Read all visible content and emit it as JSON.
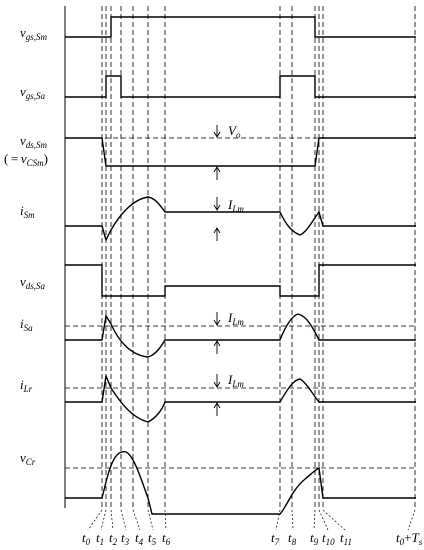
{
  "signals": [
    {
      "key": "vgs_sm",
      "sym": "v",
      "sub": "gs,Sm"
    },
    {
      "key": "vgs_sa",
      "sym": "v",
      "sub": "gs,Sa"
    },
    {
      "key": "vds_sm",
      "sym": "v",
      "sub": "ds,Sm",
      "note_open": "( = ",
      "note_sym": "v",
      "note_sub": "CSm",
      "note_close": ")"
    },
    {
      "key": "ism",
      "sym": "i",
      "sub": "Sm"
    },
    {
      "key": "vds_sa",
      "sym": "v",
      "sub": "ds,Sa"
    },
    {
      "key": "isa",
      "sym": "i",
      "sub": "Sa"
    },
    {
      "key": "ilr",
      "sym": "i",
      "sub": "Lr"
    },
    {
      "key": "vcr",
      "sym": "v",
      "sub": "Cr"
    }
  ],
  "annotations": {
    "vo": {
      "sym": "V",
      "sub": "o"
    },
    "ilm": {
      "sym": "I",
      "sub": "Lm"
    }
  },
  "time_labels": [
    {
      "sym": "t",
      "sub": "0"
    },
    {
      "sym": "t",
      "sub": "1"
    },
    {
      "sym": "t",
      "sub": "2"
    },
    {
      "sym": "t",
      "sub": "3"
    },
    {
      "sym": "t",
      "sub": "4"
    },
    {
      "sym": "t",
      "sub": "5"
    },
    {
      "sym": "t",
      "sub": "6"
    },
    {
      "sym": "t",
      "sub": "7"
    },
    {
      "sym": "t",
      "sub": "8"
    },
    {
      "sym": "t",
      "sub": "9"
    },
    {
      "sym": "t",
      "sub": "10"
    },
    {
      "sym": "t",
      "sub": "11"
    }
  ],
  "period_label": {
    "sym": "t",
    "sub": "0",
    "plus": "+",
    "tsym": "T",
    "tsub": "s"
  }
}
